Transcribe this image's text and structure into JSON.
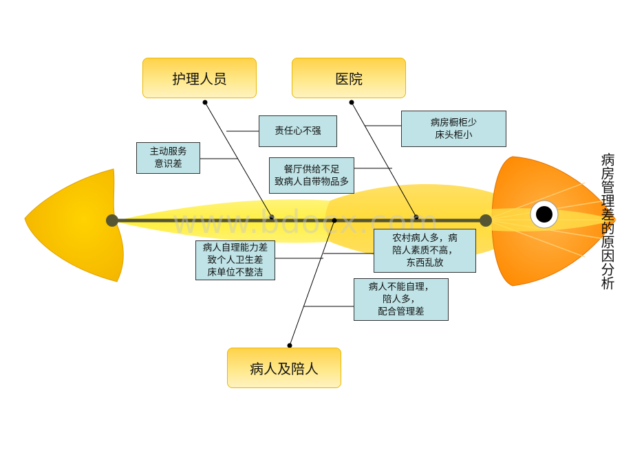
{
  "title": "病房管理差的原因分析",
  "watermark": "www.bdocx.com",
  "categories": {
    "nursing": "护理人员",
    "hospital": "医院",
    "patients": "病人及陪人"
  },
  "causes": {
    "responsibility": "责任心不强",
    "service": "主动服务\n意识差",
    "cabinets": "病房橱柜少\n床头柜小",
    "canteen": "餐厅供给不足\n致病人自带物品多",
    "selfcare": "病人自理能力差\n致个人卫生差\n床单位不整洁",
    "rural": "农村病人多，病\n陪人素质不高，\n东西乱放",
    "cooperation": "病人不能自理，\n陪人多，\n配合管理差"
  },
  "colors": {
    "head_outer": "#ff8c00",
    "head_inner": "#ffb000",
    "tail": "#ffc800",
    "body": "#ffee55",
    "spine": "#555533",
    "cause_fill": "#bfe3e6"
  }
}
